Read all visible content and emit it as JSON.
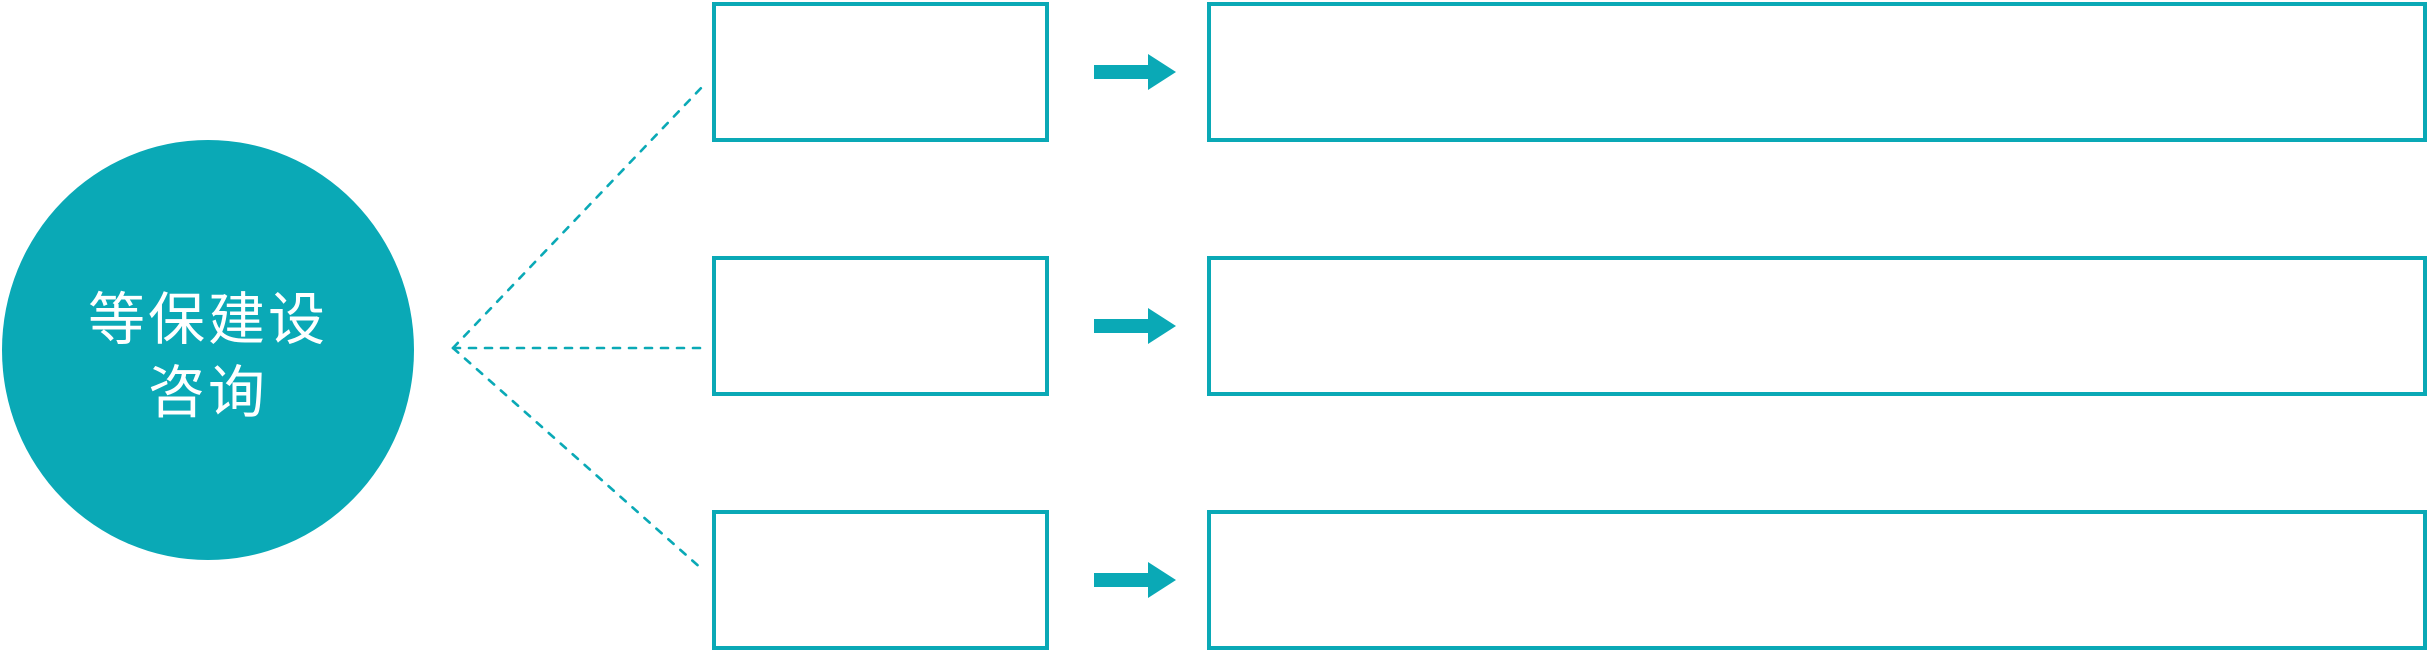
{
  "diagram": {
    "type": "hub-and-spoke flow diagram",
    "hub": {
      "label_line1": "等保建设",
      "label_line2": "咨询"
    },
    "rows": [
      {
        "step_label": "",
        "detail_label": ""
      },
      {
        "step_label": "",
        "detail_label": ""
      },
      {
        "step_label": "",
        "detail_label": ""
      }
    ]
  },
  "icons": {
    "flow_arrow": "right-block-arrow",
    "connector_style": "dotted-line"
  },
  "colors": {
    "accent": "#0aa9b6",
    "hub_fill": "#0aa9b6",
    "hub_text": "#ffffff",
    "box_fill": "#ffffff",
    "box_border": "#0aa9b6",
    "background": "#ffffff"
  }
}
